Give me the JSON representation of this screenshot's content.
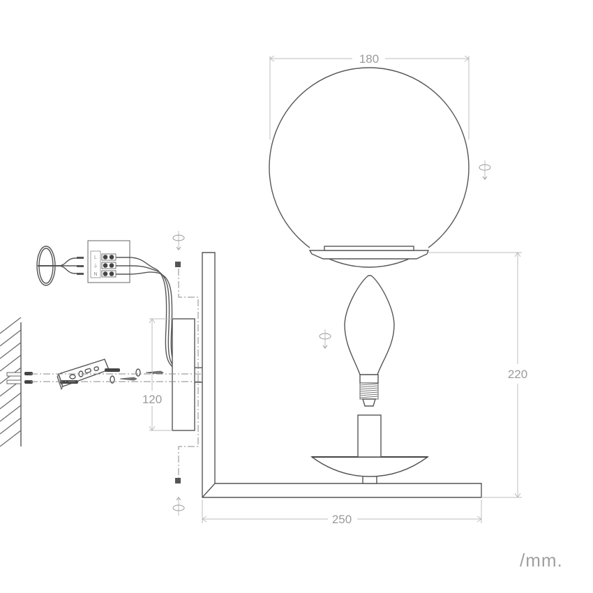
{
  "diagram": {
    "type": "technical-dimension-drawing",
    "subject": "wall lamp with spherical glass globe, candle bulb, and L-shaped arm",
    "unit_label": "/mm.",
    "dimensions": {
      "globe_diameter": "180",
      "height": "220",
      "width": "250",
      "mount_plate_height": "120"
    },
    "terminal_block": {
      "labels": [
        "L",
        "⏚",
        "N"
      ]
    },
    "components": [
      "wall-section",
      "wall-plugs",
      "mounting-bracket",
      "screws",
      "terminal-block",
      "ceiling-cable",
      "wall-plate",
      "l-shaped-arm",
      "bowl-cup",
      "socket-stem",
      "candle-bulb",
      "glass-globe",
      "rotate-screw-icons"
    ],
    "colors": {
      "line": "#555555",
      "dimension": "#bdbdbd",
      "dimension_text": "#9a9a9a",
      "background": "#ffffff"
    }
  }
}
